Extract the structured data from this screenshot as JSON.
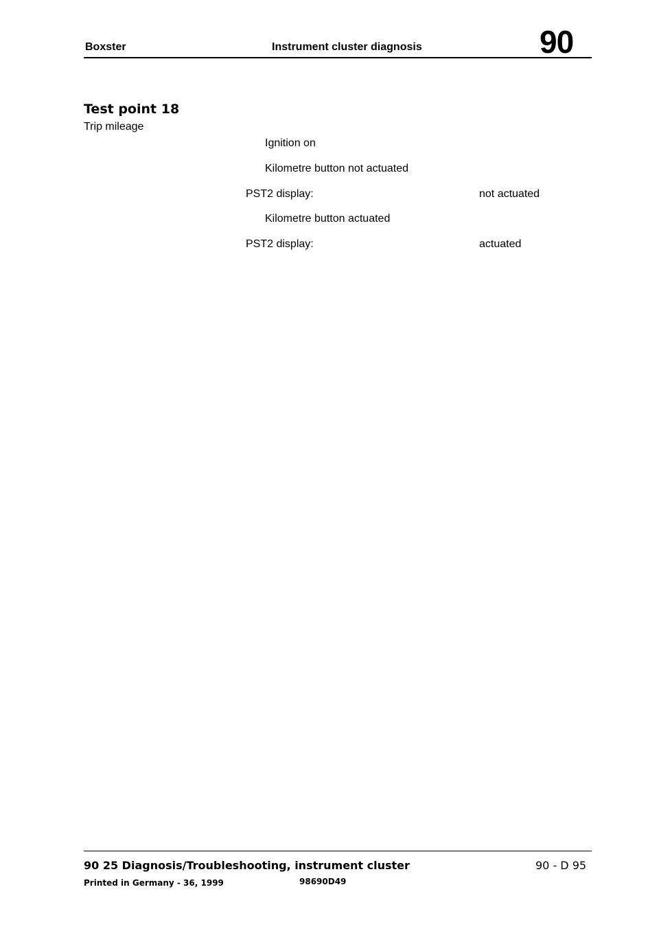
{
  "header": {
    "model": "Boxster",
    "section_title": "Instrument cluster diagnosis",
    "group_number": "90"
  },
  "test_point": {
    "title": "Test point 18",
    "subtitle": "Trip mileage",
    "steps": [
      {
        "text": "Ignition on",
        "result": ""
      },
      {
        "text": "Kilometre button not actuated",
        "result": ""
      },
      {
        "text": "PST2 display:",
        "result": "not actuated"
      },
      {
        "text": "Kilometre button actuated",
        "result": ""
      },
      {
        "text": "PST2 display:",
        "result": "actuated"
      }
    ]
  },
  "footer": {
    "chapter": "90 25 Diagnosis/Troubleshooting, instrument cluster",
    "page": "90 - D 95",
    "printed": "Printed in Germany - 36, 1999",
    "doc_code": "98690D49"
  }
}
